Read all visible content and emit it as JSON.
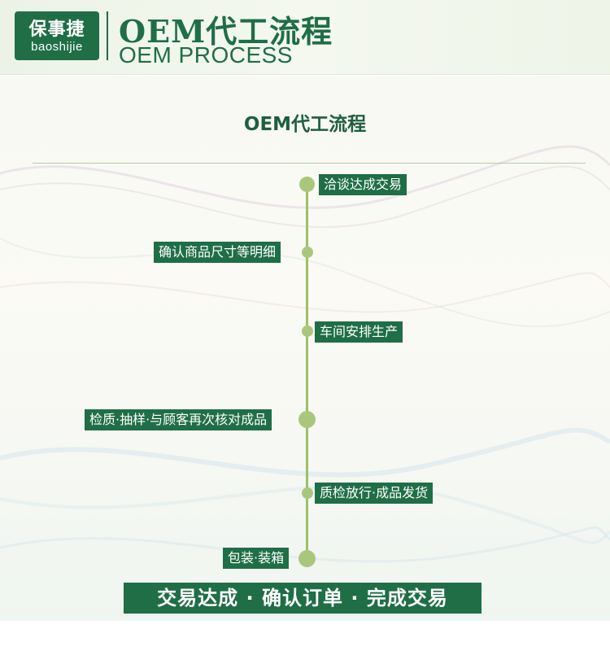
{
  "logo": {
    "cn": "保事捷",
    "en": "baoshijie"
  },
  "header": {
    "title_cn": "OEM代工流程",
    "title_en": "OEM PROCESS"
  },
  "main": {
    "title": "OEM代工流程"
  },
  "steps": [
    {
      "label": "洽谈达成交易"
    },
    {
      "label": "确认商品尺寸等明细"
    },
    {
      "label": "车间安排生产"
    },
    {
      "label": "检质·抽样·与顾客再次核对成品"
    },
    {
      "label": "质检放行·成品发货"
    },
    {
      "label": "包装·装箱"
    }
  ],
  "footer": {
    "banner": "交易达成 · 确认订单 · 完成交易"
  },
  "colors": {
    "brand": "#1f6e46",
    "timeline": "#9bc06b",
    "dot": "#a9c77c"
  }
}
